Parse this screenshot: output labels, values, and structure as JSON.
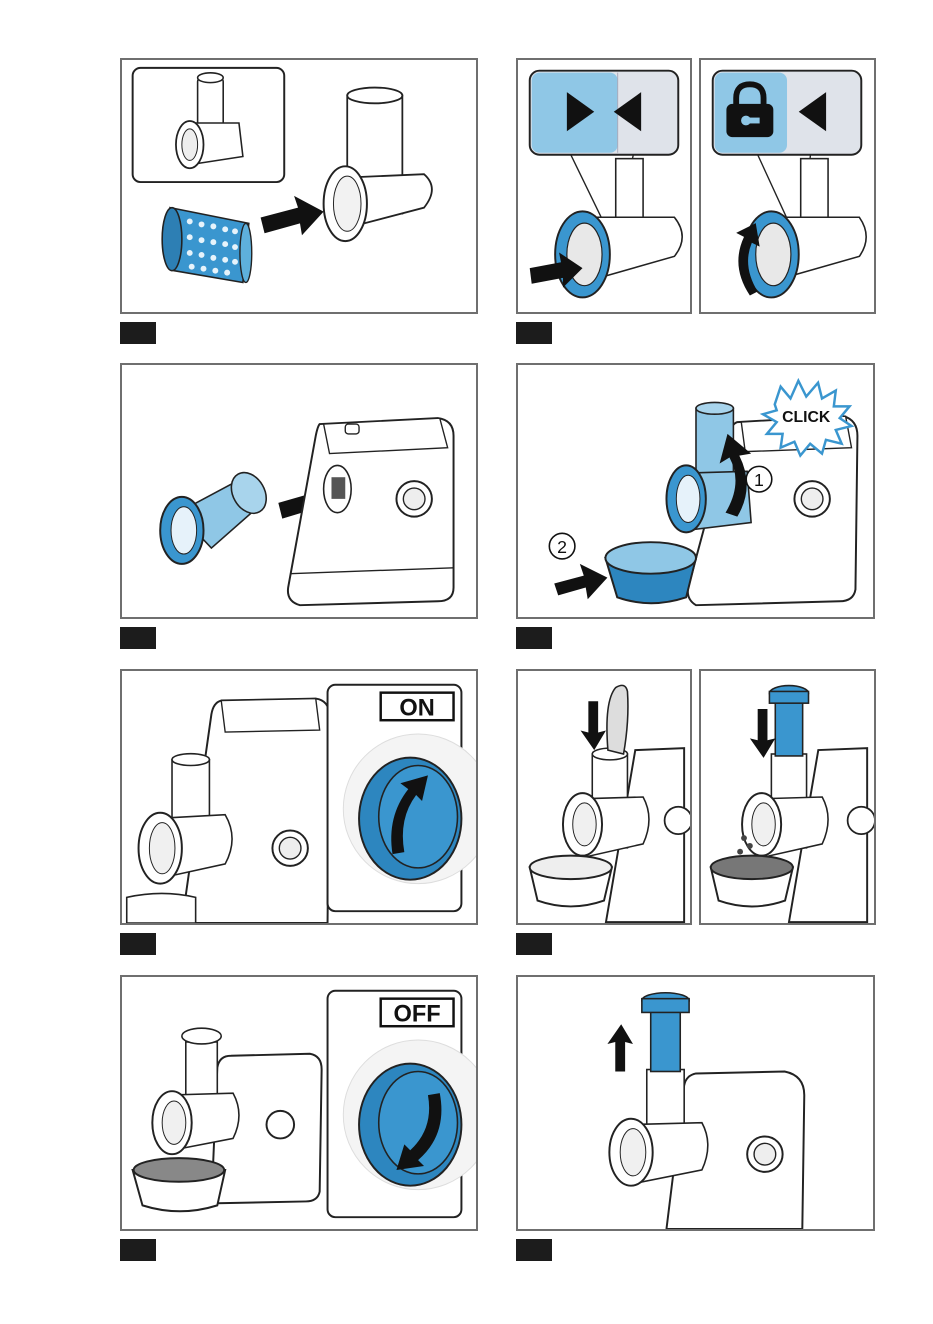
{
  "figure": {
    "switch_on_label": "ON",
    "switch_off_label": "OFF",
    "click_label": "CLICK",
    "step_one": "1",
    "step_two": "2",
    "accent_blue": "#3a96cf",
    "light_blue": "#8fc7e6",
    "panel_border": "#6f6f6f",
    "step_marker": "#1c1c1c"
  },
  "icons": {
    "align": "align-triangles-icon",
    "lock": "padlock-icon",
    "arrow": "insertion-arrow-icon"
  }
}
